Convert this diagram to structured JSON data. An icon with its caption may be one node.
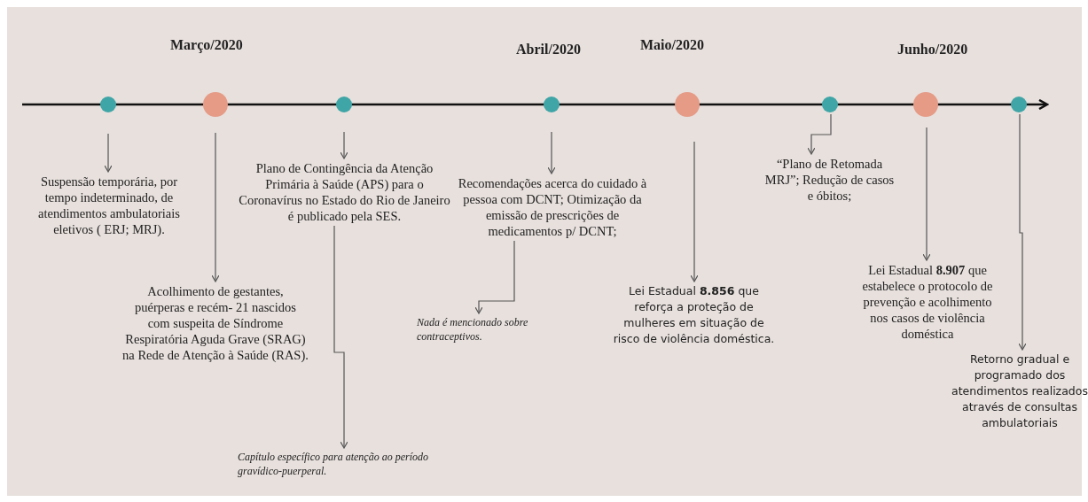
{
  "diagram": {
    "nodes": [
      {
        "text": [],
        "shape": "circle"
      },
      {
        "text": [],
        "shape": "circle"
      },
      {
        "text": [],
        "shape": "circle"
      },
      {
        "text": [],
        "shape": "circle"
      },
      {
        "text": [],
        "shape": "circle"
      },
      {
        "text": [],
        "shape": "circle"
      },
      {
        "text": [],
        "shape": "circle"
      },
      {
        "text": [],
        "shape": "circle"
      },
      {
        "text": [
          "Suspensão temporária, por tempo indeterminado, de atendimentos ambulatoriais eletivos ( ERJ; MRJ)."
        ]
      },
      {
        "text": [
          "Acolhimento de gestantes, puérperas e recém- 21 nascidos com suspeita de Síndrome Respiratória Aguda Grave (SRAG) na Rede de Atenção à Saúde (RAS)."
        ]
      },
      {
        "text": [
          "Plano de Contingência da Atenção Primária à Saúde (APS) para o Coronavírus no Estado do Rio de Janeiro é publicado pela SES."
        ]
      },
      {
        "text": [
          "Capítulo específico para atenção ao período gravídico-puerperal."
        ]
      },
      {
        "text": [
          "Recomendações acerca do cuidado à pessoa com DCNT; Otimização da emissão de prescrições de medicamentos p/ DCNT;"
        ]
      },
      {
        "text": [
          "Nada é mencionado sobre contraceptivos."
        ]
      },
      {
        "text": [
          "Lei Estadual **8.856** que reforça a proteção de mulheres em situação de risco de violência doméstica."
        ]
      },
      {
        "text": [
          "“Plano de Retomada MRJ”; Redução de casos e óbitos;"
        ]
      },
      {
        "text": [
          "Lei Estadual **8.907** que estabelece o protocolo de prevenção e acolhimento nos casos de violência doméstica"
        ]
      },
      {
        "text": [
          "Retorno gradual e programado dos atendimentos realizados através de consultas ambulatoriais"
        ]
      }
    ],
    "edges": [
      {
        "from": 0,
        "to": 8,
        "arrow": "to"
      },
      {
        "from": 1,
        "to": 9,
        "arrow": "to"
      },
      {
        "from": 2,
        "to": 10,
        "arrow": "to"
      },
      {
        "from": 10,
        "to": 11,
        "arrow": "to"
      },
      {
        "from": 3,
        "to": 12,
        "arrow": "to"
      },
      {
        "from": 12,
        "to": 13,
        "arrow": "to"
      },
      {
        "from": 4,
        "to": 14,
        "arrow": "to"
      },
      {
        "from": 5,
        "to": 15,
        "arrow": "to"
      },
      {
        "from": 6,
        "to": 16,
        "arrow": "to"
      },
      {
        "from": 7,
        "to": 17,
        "arrow": "to"
      }
    ],
    "labels": [
      "Março/2020",
      "Abril/2020",
      "Maio/2020",
      "Junho/2020"
    ]
  }
}
